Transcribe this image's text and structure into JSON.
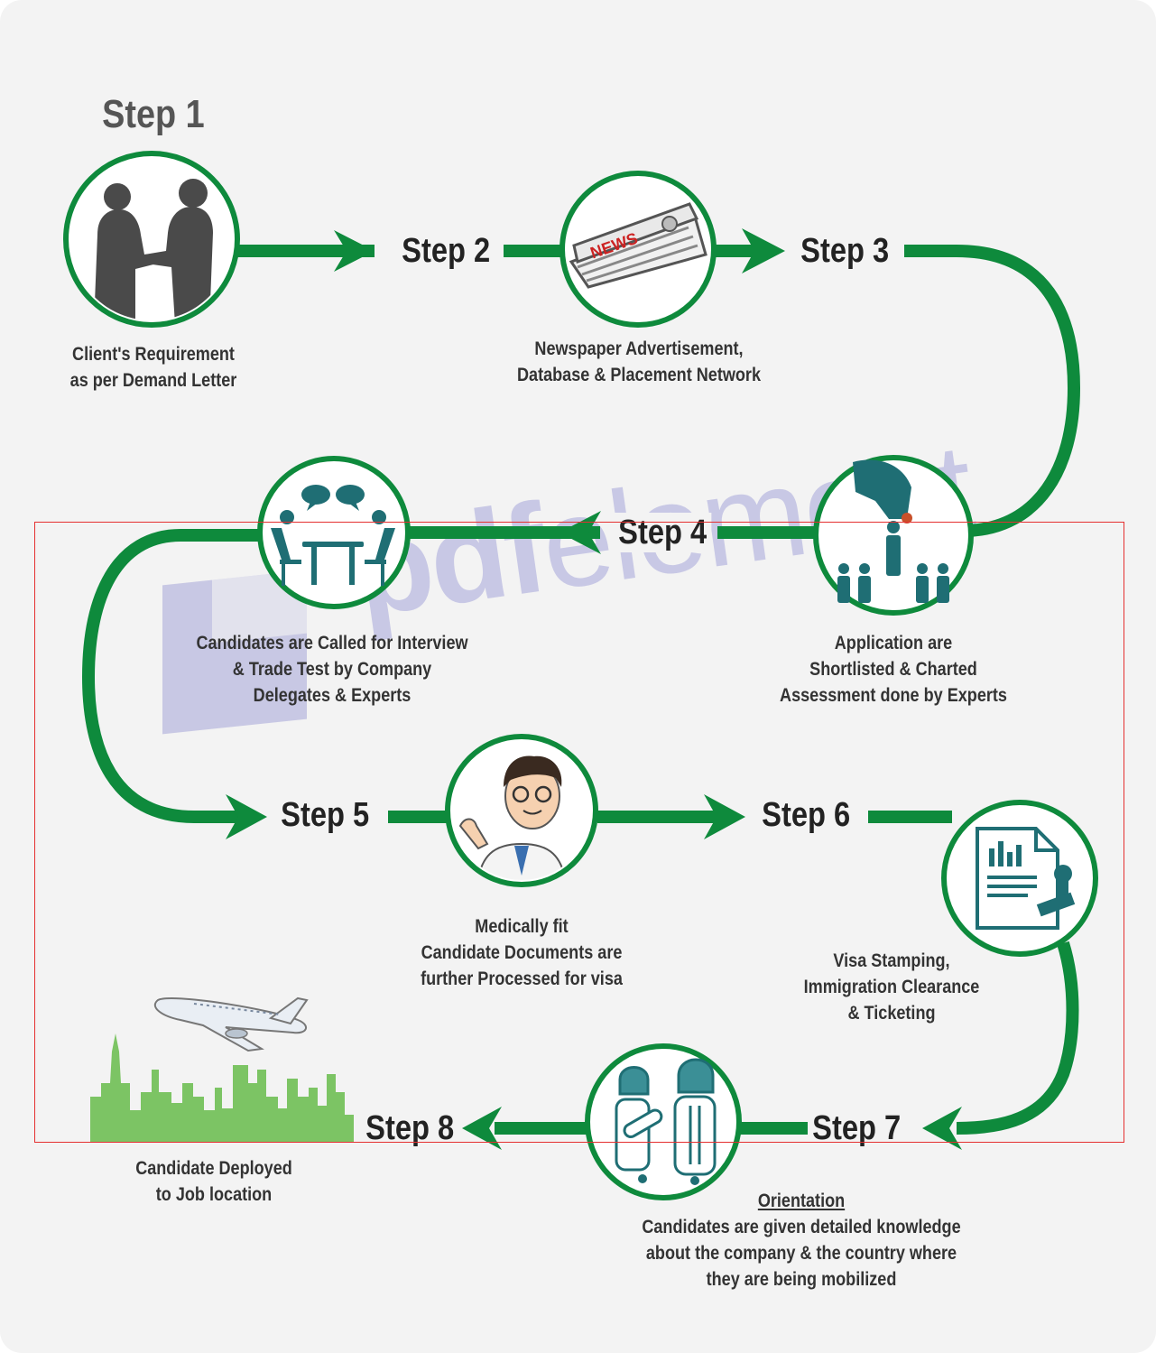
{
  "diagram": {
    "steps": [
      {
        "id": "step-1",
        "label": "Step 1",
        "caption": [
          "Client's Requirement",
          "as per Demand Letter"
        ]
      },
      {
        "id": "step-2",
        "label": "Step 2",
        "caption": [
          "Newspaper Advertisement,",
          "Database & Placement Network"
        ]
      },
      {
        "id": "step-3",
        "label": "Step 3",
        "caption": [
          "Application are",
          "Shortlisted & Charted",
          "Assessment done by Experts"
        ]
      },
      {
        "id": "step-4",
        "label": "Step 4",
        "caption": [
          "Candidates are Called for Interview",
          "& Trade Test by Company",
          "Delegates & Experts"
        ]
      },
      {
        "id": "step-5",
        "label": "Step 5",
        "caption": [
          "Medically fit",
          "Candidate Documents are",
          "further Processed for visa"
        ]
      },
      {
        "id": "step-6",
        "label": "Step 6",
        "caption": [
          "Visa Stamping,",
          "Immigration Clearance",
          "& Ticketing"
        ]
      },
      {
        "id": "step-7",
        "label": "Step 7",
        "heading": "Orientation",
        "caption": [
          "Candidates are given detailed knowledge",
          "about the company & the country where",
          "they are being mobilized"
        ]
      },
      {
        "id": "step-8",
        "label": "Step 8",
        "caption": [
          "Candidate Deployed",
          "to Job location"
        ]
      }
    ],
    "icons": [
      "handshake-icon",
      "newspaper-icon",
      "shortlist-icon",
      "interview-icon",
      "doctor-icon",
      "visa-document-icon",
      "orientation-icon",
      "airplane-icon",
      "city-skyline-icon"
    ],
    "newspaper_masthead": "NEWS",
    "colors": {
      "flow_green": "#0e8a3c",
      "icon_teal": "#1f6e74",
      "skyline_green": "#7cc464",
      "text": "#333333"
    }
  },
  "watermark": {
    "text_bold": "pdf",
    "text_light": "element"
  }
}
